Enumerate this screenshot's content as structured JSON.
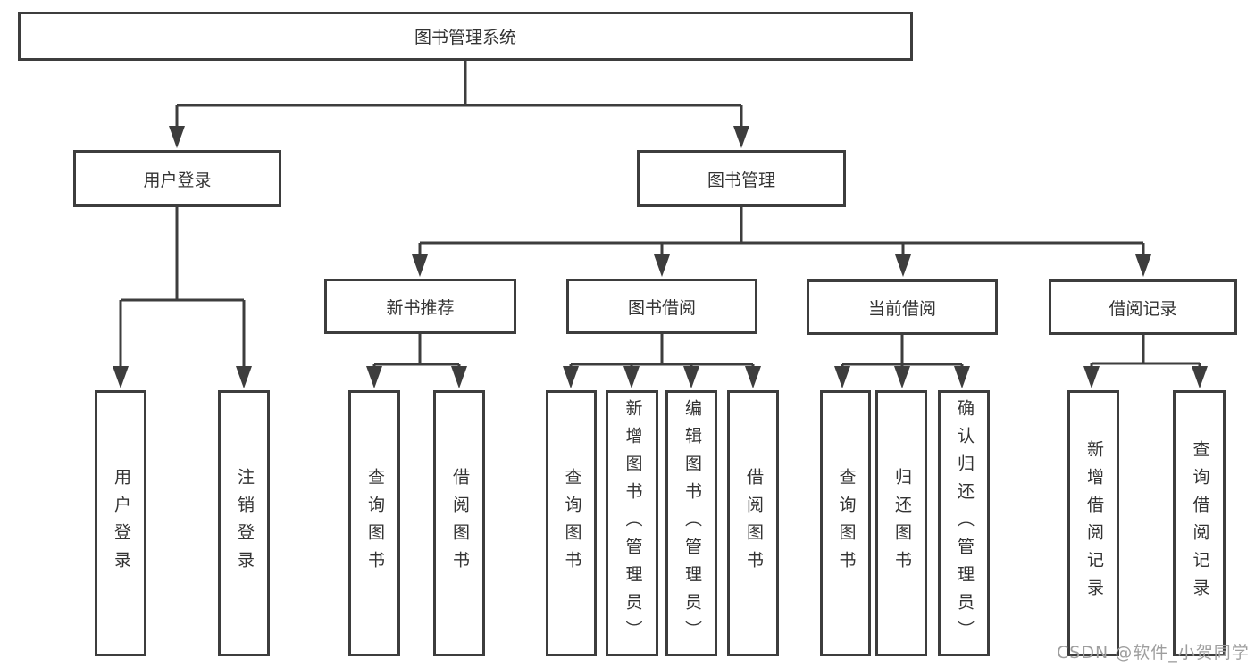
{
  "colors": {
    "line": "#3d3d3d",
    "text": "#333333",
    "watermark": "#9e9e9e",
    "background": "#ffffff"
  },
  "diagram": {
    "root": {
      "label": "图书管理系统"
    },
    "branches": [
      {
        "label": "用户登录",
        "children": [
          {
            "label": "用户登录"
          },
          {
            "label": "注销登录"
          }
        ]
      },
      {
        "label": "图书管理",
        "children": [
          {
            "label": "新书推荐",
            "children": [
              {
                "label": "查询图书"
              },
              {
                "label": "借阅图书"
              }
            ]
          },
          {
            "label": "图书借阅",
            "children": [
              {
                "label": "查询图书"
              },
              {
                "label": "新增图书（管理员）"
              },
              {
                "label": "编辑图书（管理员）"
              },
              {
                "label": "借阅图书"
              }
            ]
          },
          {
            "label": "当前借阅",
            "children": [
              {
                "label": "查询图书"
              },
              {
                "label": "归还图书"
              },
              {
                "label": "确认归还（管理员）"
              }
            ]
          },
          {
            "label": "借阅记录",
            "children": [
              {
                "label": "新增借阅记录"
              },
              {
                "label": "查询借阅记录"
              }
            ]
          }
        ]
      }
    ]
  },
  "watermark": {
    "text": "CSDN @软件_小贺同学"
  }
}
